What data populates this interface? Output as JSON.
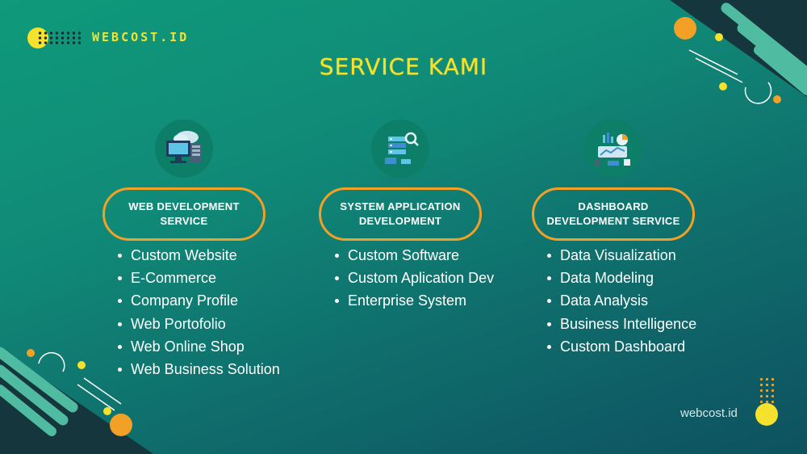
{
  "brand": {
    "name": "WEBCOST.ID"
  },
  "title": "SERVICE KAMI",
  "columns": [
    {
      "icon": "computer-server-cloud-icon",
      "heading": "WEB DEVELOPMENT\nSERVICE",
      "items": [
        "Custom Website",
        "E-Commerce",
        "Company Profile",
        "Web Portofolio",
        "Web Online Shop",
        "Web Business Solution"
      ]
    },
    {
      "icon": "server-search-icon",
      "heading": "SYSTEM APPLICATION\nDEVELOPMENT",
      "items": [
        "Custom Software",
        "Custom Aplication Dev",
        "Enterprise System"
      ]
    },
    {
      "icon": "dashboard-analytics-icon",
      "heading": "DASHBOARD\nDEVELOPMENT SERVICE",
      "items": [
        "Data Visualization",
        "Data Modeling",
        "Data Analysis",
        "Business Intelligence",
        "Custom Dashboard"
      ]
    }
  ],
  "footer": {
    "brand": "webcost.id"
  },
  "colors": {
    "accent_yellow": "#f6e12c",
    "accent_orange": "#f3a126",
    "bg_green": "#0f9a7a",
    "bg_teal": "#0e5160"
  }
}
